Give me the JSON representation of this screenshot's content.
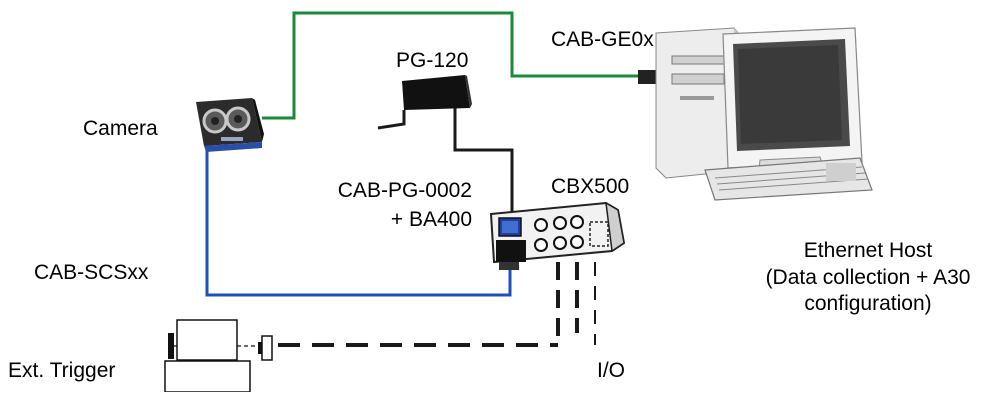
{
  "labels": {
    "camera": "Camera",
    "pg120": "PG-120",
    "cab_ge": "CAB-GE0x",
    "cab_pg_line1": "CAB-PG-0002",
    "cab_pg_line2": "+ BA400",
    "cbx500": "CBX500",
    "cab_scs": "CAB-SCSxx",
    "ext_trigger": "Ext. Trigger",
    "io": "I/O",
    "host_line1": "Ethernet Host",
    "host_line2": "(Data collection + A30",
    "host_line3": "configuration)"
  },
  "colors": {
    "ethernet_cable": "#1a8a3a",
    "serial_cable": "#1f4fbf",
    "power_cable": "#1a1a1a",
    "io_dashed": "#1a1a1a"
  },
  "icons": {
    "camera": "camera-icon",
    "power_supply": "power-supply-icon",
    "cbx": "connection-box-icon",
    "computer": "computer-icon",
    "trigger": "photoelectric-sensor-icon"
  }
}
